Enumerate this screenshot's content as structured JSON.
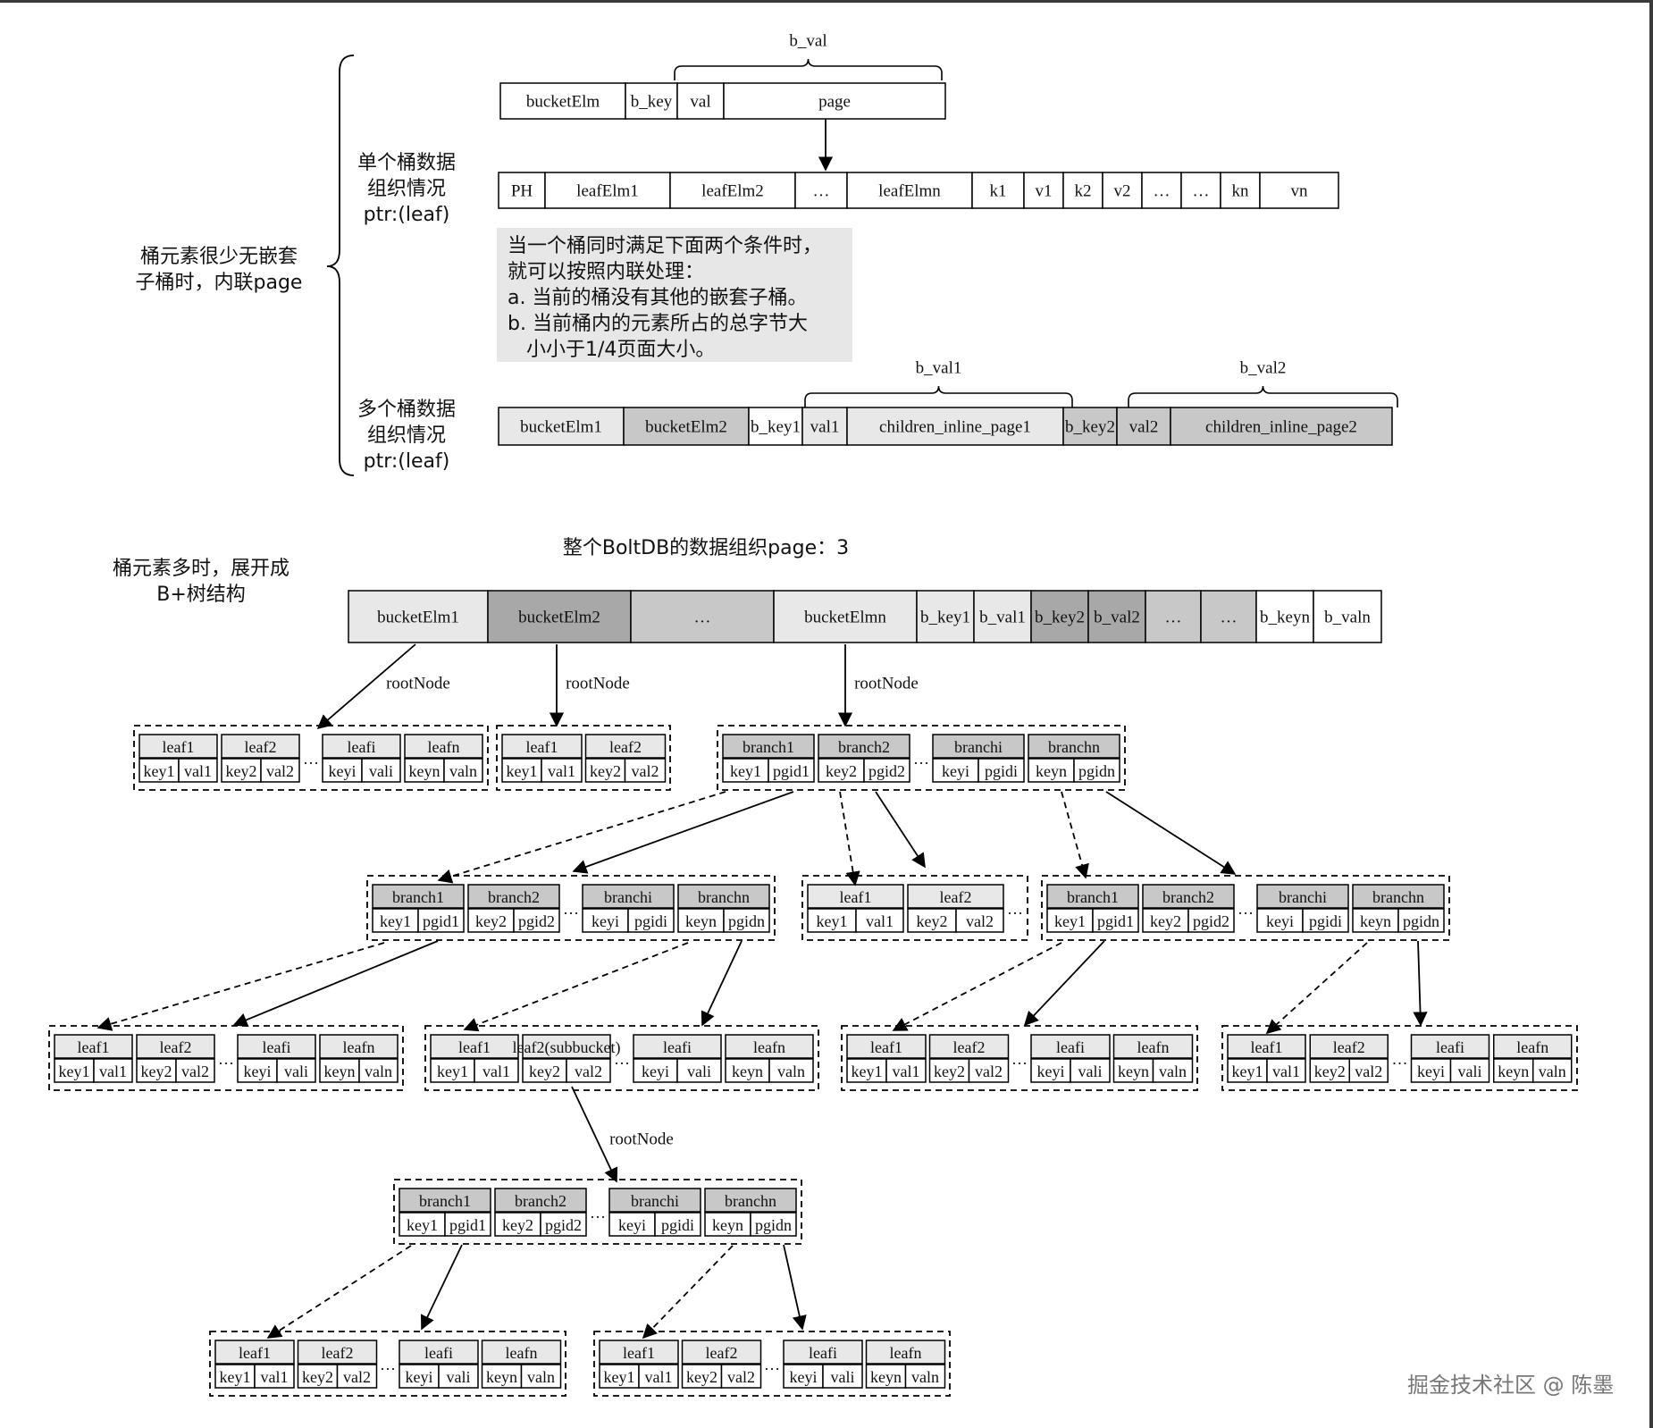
{
  "labels": {
    "inline_title": "桶元素很少无嵌套\n子桶时，内联page",
    "single_bucket": "单个桶数据\n组织情况\nptr:(leaf)",
    "multi_bucket": "多个桶数据\n组织情况\nptr:(leaf)",
    "expand_title": "桶元素多时，展开成\nB+树结构",
    "whole_title": "整个BoltDB的数据组织page：3",
    "note": "当一个桶同时满足下面两个条件时，\n就可以按照内联处理：\na. 当前的桶没有其他的嵌套子桶。\nb. 当前桶内的元素所占的总字节大\n   小小于1/4页面大小。",
    "watermark": "掘金技术社区 @ 陈墨"
  },
  "single_bucket_row": [
    "bucketElm",
    "b_key",
    "val",
    "page"
  ],
  "b_val": "b_val",
  "b_val1": "b_val1",
  "b_val2": "b_val2",
  "page_row": [
    "PH",
    "leafElm1",
    "leafElm2",
    "…",
    "leafElmn",
    "k1",
    "v1",
    "k2",
    "v2",
    "…",
    "…",
    "kn",
    "vn"
  ],
  "multi_bucket_row": [
    "bucketElm1",
    "bucketElm2",
    "b_key1",
    "val1",
    "children_inline_page1",
    "b_key2",
    "val2",
    "children_inline_page2"
  ],
  "boltdb_row": [
    "bucketElm1",
    "bucketElm2",
    "…",
    "bucketElmn",
    "b_key1",
    "b_val1",
    "b_key2",
    "b_val2",
    "…",
    "…",
    "b_keyn",
    "b_valn"
  ],
  "root_label": "rootNode",
  "ellipsis": "…",
  "leaf_elems": [
    {
      "name": "leaf1",
      "k": "key1",
      "v": "val1"
    },
    {
      "name": "leaf2",
      "k": "key2",
      "v": "val2"
    },
    {
      "name": "leafi",
      "k": "keyi",
      "v": "vali"
    },
    {
      "name": "leafn",
      "k": "keyn",
      "v": "valn"
    }
  ],
  "branch_elems": [
    {
      "name": "branch1",
      "k": "key1",
      "v": "pgid1"
    },
    {
      "name": "branch2",
      "k": "key2",
      "v": "pgid2"
    },
    {
      "name": "branchi",
      "k": "keyi",
      "v": "pgidi"
    },
    {
      "name": "branchn",
      "k": "keyn",
      "v": "pgidn"
    }
  ],
  "subbucket_leaf": {
    "name": "leaf2(subbucket)",
    "k": "key2",
    "v": "val2"
  },
  "colors": {
    "light": "#e8e8e8",
    "mid": "#c8c8c8",
    "dark": "#a8a8a8",
    "line": "#000000"
  }
}
